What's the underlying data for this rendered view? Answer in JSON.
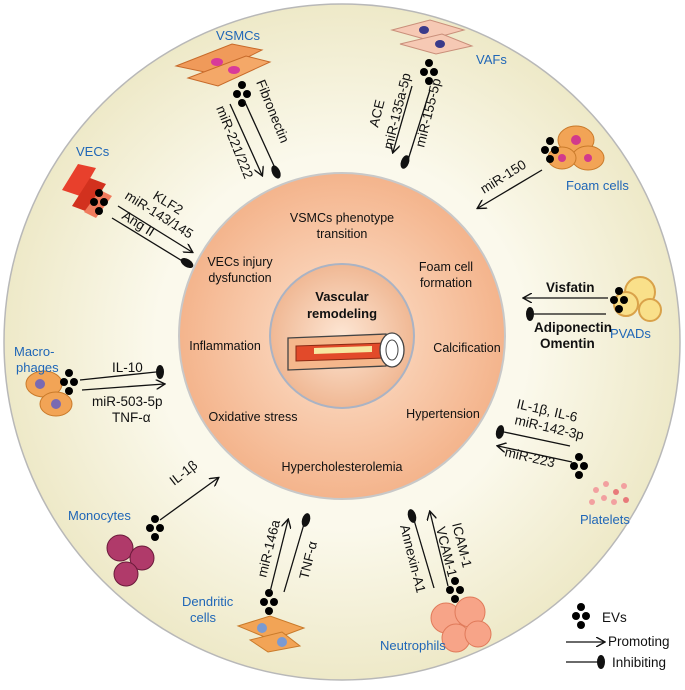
{
  "core": {
    "line1": "Vascular",
    "line2": "remodeling"
  },
  "effects": {
    "vsmc_transition_1": "VSMCs phenotype",
    "vsmc_transition_2": "transition",
    "vec_injury_1": "VECs injury",
    "vec_injury_2": "dysfunction",
    "foam_1": "Foam cell",
    "foam_2": "formation",
    "inflammation": "Inflammation",
    "calcification": "Calcification",
    "oxidative": "Oxidative stress",
    "hypertension": "Hypertension",
    "hypercholesterolemia": "Hypercholesterolemia"
  },
  "sources": {
    "vsmcs": "VSMCs",
    "vafs": "VAFs",
    "vecs": "VECs",
    "foam_cells": "Foam cells",
    "macrophages_1": "Macro-",
    "macrophages_2": "phages",
    "pvads": "PVADs",
    "monocytes": "Monocytes",
    "platelets": "Platelets",
    "dendritic_1": "Dendritic",
    "dendritic_2": "cells",
    "neutrophils": "Neutrophils"
  },
  "mediators": {
    "vsmc_a": "miR-221/222",
    "vsmc_b": "Fibronectin",
    "vaf_a": "ACE",
    "vaf_b": "miR-135a-5p",
    "vaf_c": "miR-155-5p",
    "vec_a": "KLF2",
    "vec_b": "miR-143/145",
    "vec_c": "Ang II",
    "foam_a": "miR-150",
    "pvad_a": "Visfatin",
    "pvad_b": "Adiponectin",
    "pvad_c": "Omentin",
    "mac_a": "IL-10",
    "mac_b": "miR-503-5p",
    "mac_c": "TNF-α",
    "plt_a": "IL-1β, IL-6",
    "plt_b": "miR-142-3p",
    "plt_c": "miR-223",
    "mono_a": "IL-1β",
    "dc_a": "miR-146a",
    "dc_b": "TNF-α",
    "neu_a": "ICAM-1",
    "neu_b": "VCAM-1",
    "neu_c": "Annexin-A1"
  },
  "legend": {
    "evs": "EVs",
    "promoting": "Promoting",
    "inhibiting": "Inhibiting"
  },
  "colors": {
    "outer_ring": "#f5f2dc",
    "middle_disk": "#f7c9a6",
    "core_disk": "#f0c0a0",
    "ev_fill": "#f2e24a",
    "label_blue": "#1f66b7"
  }
}
